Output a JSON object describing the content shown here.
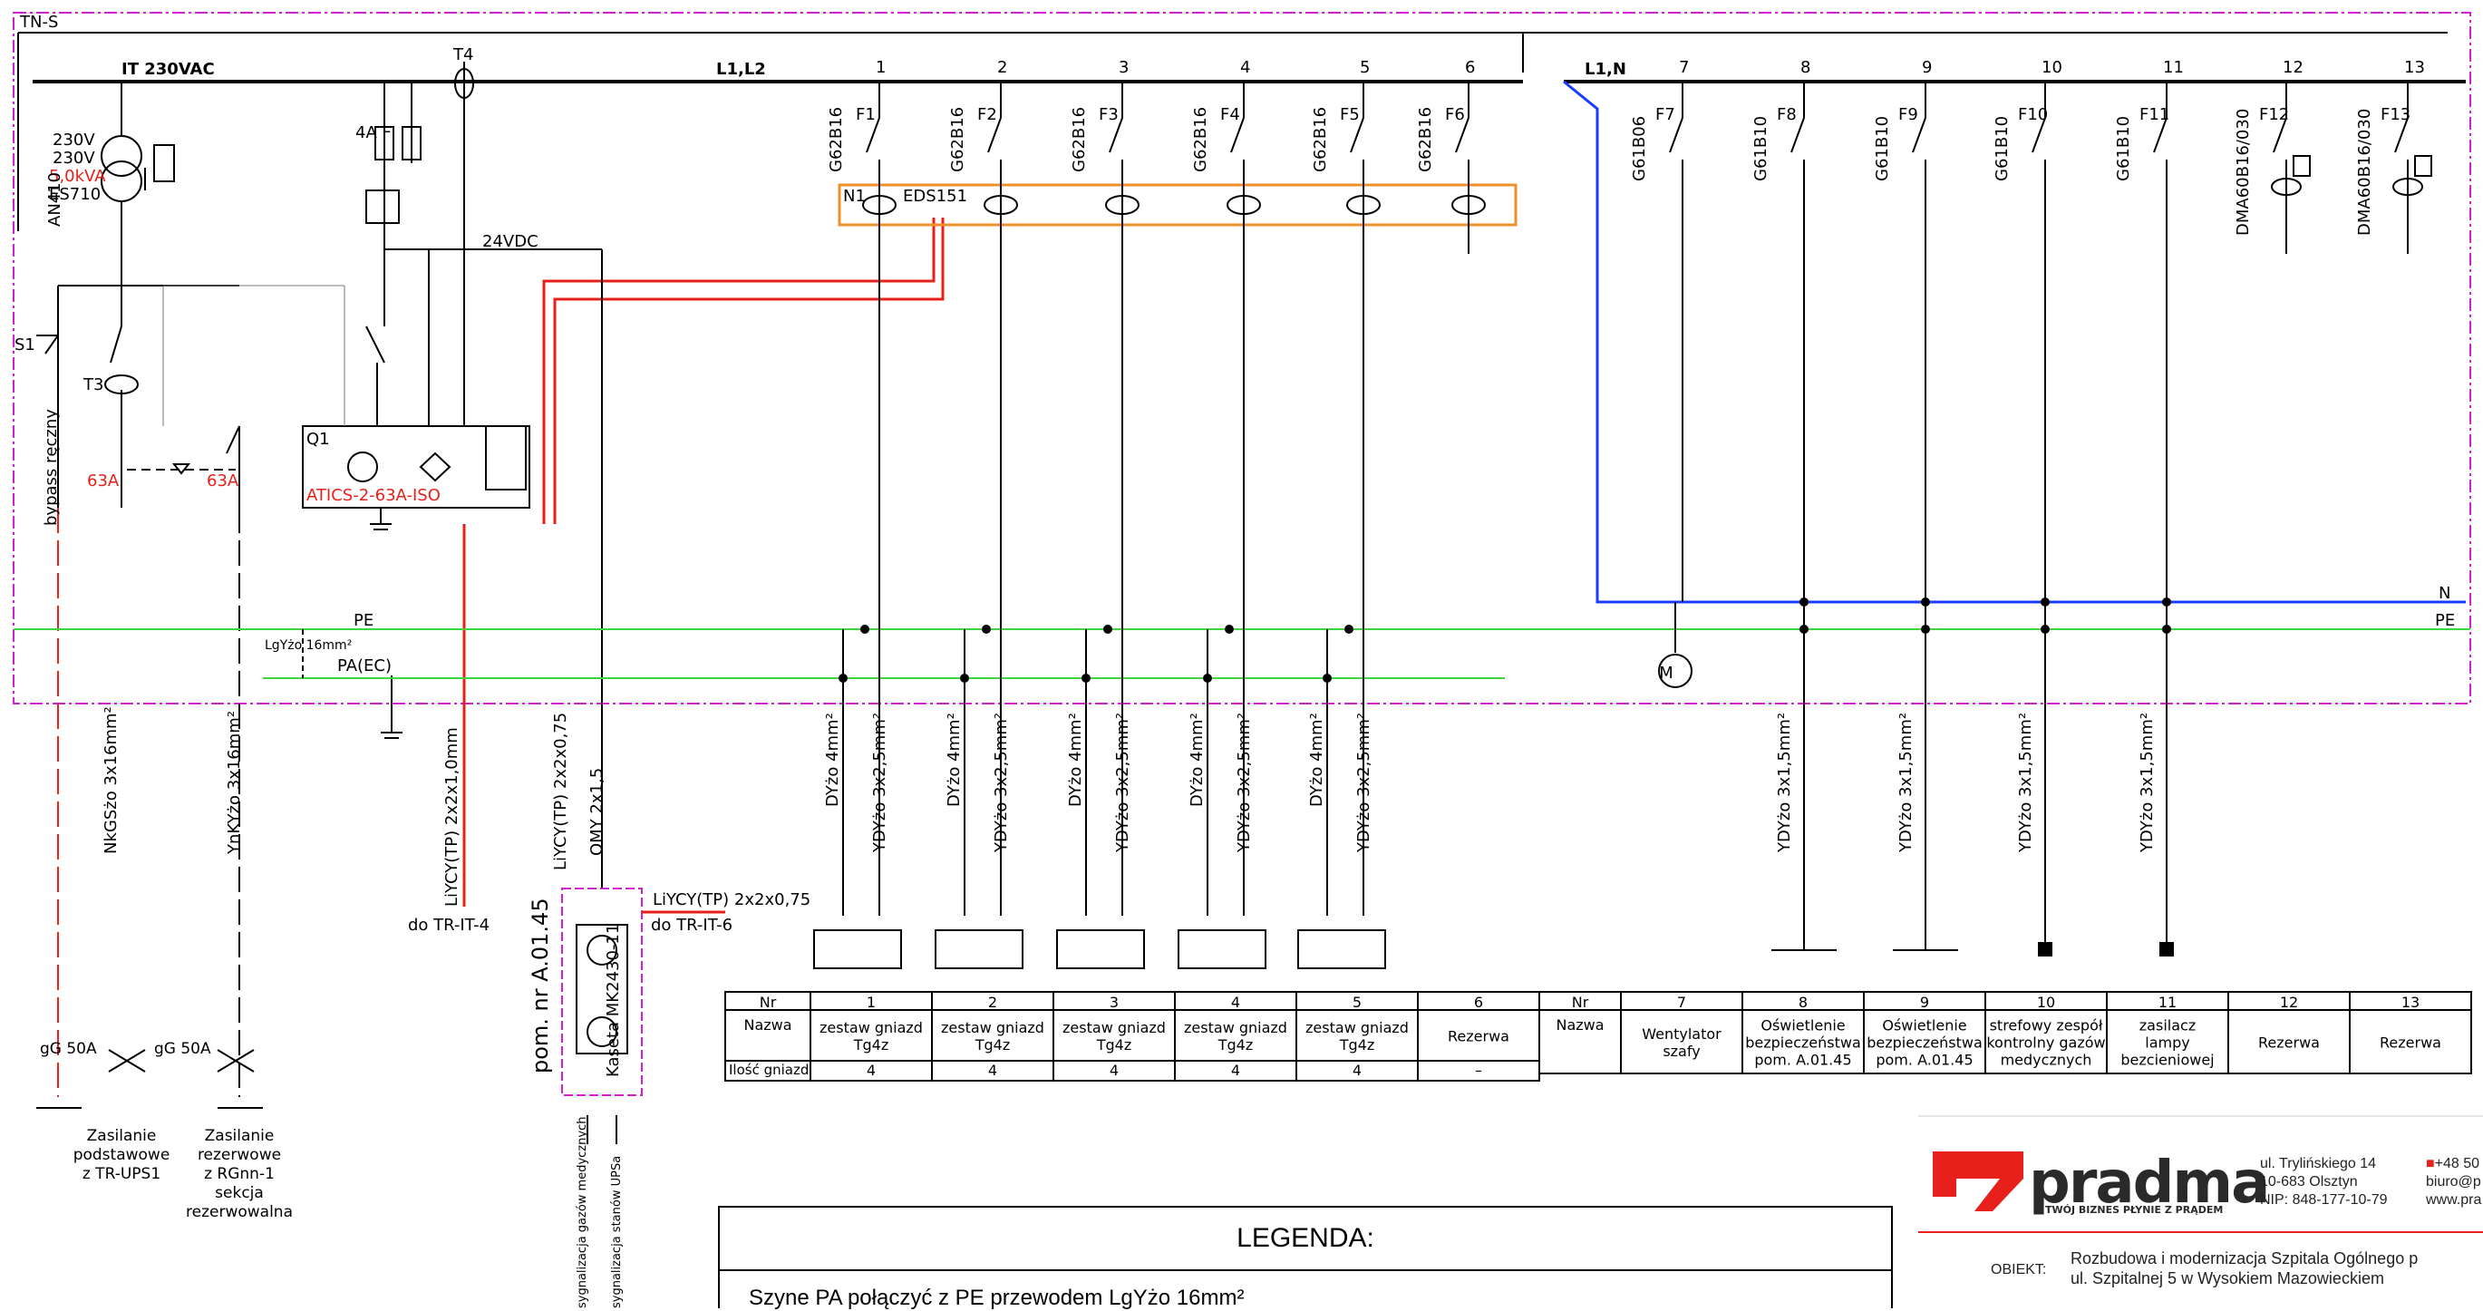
{
  "network": {
    "system": "TN-S",
    "bus_it": "IT 230VAC",
    "bus_l1l2": "L1,L2",
    "bus_l1n": "L1,N",
    "dc": "24VDC",
    "n": "N",
    "pe": "PE"
  },
  "transformer": {
    "l1": "230V",
    "l2": "230V",
    "power": "5,0kVA",
    "model": "ES710"
  },
  "devices": {
    "t4": "T4",
    "t3": "T3",
    "s1": "S1",
    "fuse": "4A F",
    "an": "AN410",
    "q1": "Q1",
    "ats": "ATICS-2-63A-ISO",
    "eds": "EDS151",
    "n1": "N1",
    "bypass": "bypass ręczny",
    "cb63": "63A",
    "pe_label": "PE",
    "pa_label": "PA(EC)",
    "bond": "LgYżo 16mm²"
  },
  "circuits_left": [
    {
      "n": "1",
      "f": "F1",
      "cb": "G62B16"
    },
    {
      "n": "2",
      "f": "F2",
      "cb": "G62B16"
    },
    {
      "n": "3",
      "f": "F3",
      "cb": "G62B16"
    },
    {
      "n": "4",
      "f": "F4",
      "cb": "G62B16"
    },
    {
      "n": "5",
      "f": "F5",
      "cb": "G62B16"
    },
    {
      "n": "6",
      "f": "F6",
      "cb": "G62B16"
    }
  ],
  "circuits_right": [
    {
      "n": "7",
      "f": "F7",
      "cb": "G61B06"
    },
    {
      "n": "8",
      "f": "F8",
      "cb": "G61B10"
    },
    {
      "n": "9",
      "f": "F9",
      "cb": "G61B10"
    },
    {
      "n": "10",
      "f": "F10",
      "cb": "G61B10"
    },
    {
      "n": "11",
      "f": "F11",
      "cb": "G61B10"
    },
    {
      "n": "12",
      "f": "F12",
      "cb": "DMA60B16/030"
    },
    {
      "n": "13",
      "f": "F13",
      "cb": "DMA60B16/030"
    }
  ],
  "cables": {
    "pe_cable": "DYżo 4mm²",
    "socket_cable": "YDYżo 3x2,5mm²",
    "light_cable": "YDYżo 3x1,5mm²",
    "supply_main": "NkGSżo 3x16mm²",
    "supply_res": "YnKYżo 3x16mm²",
    "ctrl1": "LiYCY(TP) 2x2x1,0mm",
    "ctrl2": "LiYCY(TP) 2x2x0,75",
    "ctrl3": "OMY 2x1,5",
    "ctrl4": "LiYCY(TP) 2x2x0,75"
  },
  "destinations": {
    "tr4": "do TR-IT-4",
    "tr6": "do TR-IT-6"
  },
  "supplies": [
    {
      "fuse": "gG 50A",
      "text": [
        "Zasilanie",
        "podstawowe",
        "z TR-UPS1"
      ]
    },
    {
      "fuse": "gG 50A",
      "text": [
        "Zasilanie",
        "rezerwowe",
        "z RGnn-1",
        "sekcja",
        "rezerwowalna"
      ]
    }
  ],
  "room": {
    "pom": "pom. nr A.01.45",
    "kaseta": "Kaseta MK2430-11",
    "sig1": "sygnalizacja gazów medycznych",
    "sig2": "sygnalizacja stanów UPSa"
  },
  "motor": "M",
  "table_left": {
    "hdr_nr": "Nr",
    "hdr_nazwa": "Nazwa",
    "hdr_ilosc": "Ilość gniazd",
    "cols": [
      {
        "nr": "1",
        "name": [
          "zestaw gniazd",
          "Tg4z"
        ],
        "qty": "4"
      },
      {
        "nr": "2",
        "name": [
          "zestaw gniazd",
          "Tg4z"
        ],
        "qty": "4"
      },
      {
        "nr": "3",
        "name": [
          "zestaw gniazd",
          "Tg4z"
        ],
        "qty": "4"
      },
      {
        "nr": "4",
        "name": [
          "zestaw gniazd",
          "Tg4z"
        ],
        "qty": "4"
      },
      {
        "nr": "5",
        "name": [
          "zestaw gniazd",
          "Tg4z"
        ],
        "qty": "4"
      },
      {
        "nr": "6",
        "name": [
          "Rezerwa"
        ],
        "qty": "–"
      }
    ]
  },
  "table_right": {
    "hdr_nr": "Nr",
    "hdr_nazwa": "Nazwa",
    "cols": [
      {
        "nr": "7",
        "name": [
          "Wentylator",
          "szafy"
        ]
      },
      {
        "nr": "8",
        "name": [
          "Oświetlenie",
          "bezpieczeństwa",
          "pom. A.01.45"
        ]
      },
      {
        "nr": "9",
        "name": [
          "Oświetlenie",
          "bezpieczeństwa",
          "pom. A.01.45"
        ]
      },
      {
        "nr": "10",
        "name": [
          "strefowy zespół",
          "kontrolny gazów",
          "medycznych"
        ]
      },
      {
        "nr": "11",
        "name": [
          "zasilacz",
          "lampy",
          "bezcieniowej"
        ]
      },
      {
        "nr": "12",
        "name": [
          "Rezerwa"
        ]
      },
      {
        "nr": "13",
        "name": [
          "Rezerwa"
        ]
      }
    ]
  },
  "legend": {
    "title": "LEGENDA:",
    "text": "Szyne PA połączyć z PE przewodem LgYżo 16mm²"
  },
  "titleblock": {
    "logo": "pradma",
    "tagline": "TWÓJ BIZNES PŁYNIE Z PRĄDEM",
    "addr": [
      "ul. Trylińskiego 14",
      "10-683 Olsztyn",
      "NIP: 848-177-10-79"
    ],
    "contact": [
      "+48 50",
      "biuro@p",
      "www.pra"
    ],
    "obiekt_label": "OBIEKT:",
    "obiekt": [
      "Rozbudowa i modernizacja Szpitala Ogólnego p",
      "ul. Szpitalnej 5 w Wysokiem Mazowieckiem"
    ]
  },
  "colors": {
    "frame": "#d020d0",
    "red": "#e8201b",
    "blue": "#1a3cff",
    "green": "#3dd63d",
    "orange": "#f0902a",
    "ink": "#000000"
  }
}
